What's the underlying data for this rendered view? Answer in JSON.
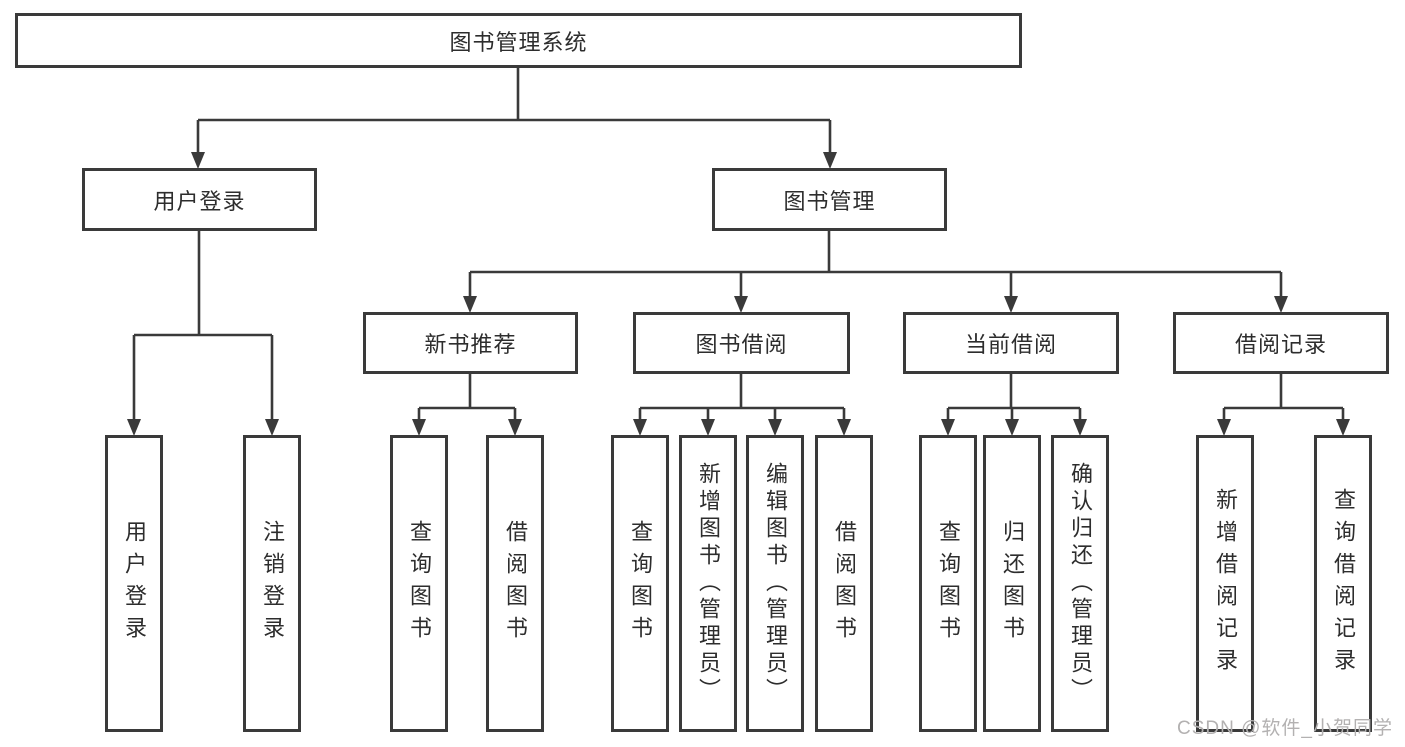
{
  "diagram": {
    "root": {
      "label": "图书管理系统"
    },
    "branches": [
      {
        "label": "用户登录",
        "children": [
          {
            "label": "用户登录"
          },
          {
            "label": "注销登录"
          }
        ]
      },
      {
        "label": "图书管理",
        "children": [
          {
            "label": "新书推荐",
            "children": [
              {
                "label": "查询图书"
              },
              {
                "label": "借阅图书"
              }
            ]
          },
          {
            "label": "图书借阅",
            "children": [
              {
                "label": "查询图书"
              },
              {
                "label": "新增图书（管理员）"
              },
              {
                "label": "编辑图书（管理员）"
              },
              {
                "label": "借阅图书"
              }
            ]
          },
          {
            "label": "当前借阅",
            "children": [
              {
                "label": "查询图书"
              },
              {
                "label": "归还图书"
              },
              {
                "label": "确认归还（管理员）"
              }
            ]
          },
          {
            "label": "借阅记录",
            "children": [
              {
                "label": "新增借阅记录"
              },
              {
                "label": "查询借阅记录"
              }
            ]
          }
        ]
      }
    ],
    "line_color": "#3a3a3a",
    "box_background": "#ffffff",
    "text_color": "#2d2d2d"
  },
  "watermark": {
    "text": "CSDN @软件_小贺同学",
    "color": "#b3b1b1"
  }
}
